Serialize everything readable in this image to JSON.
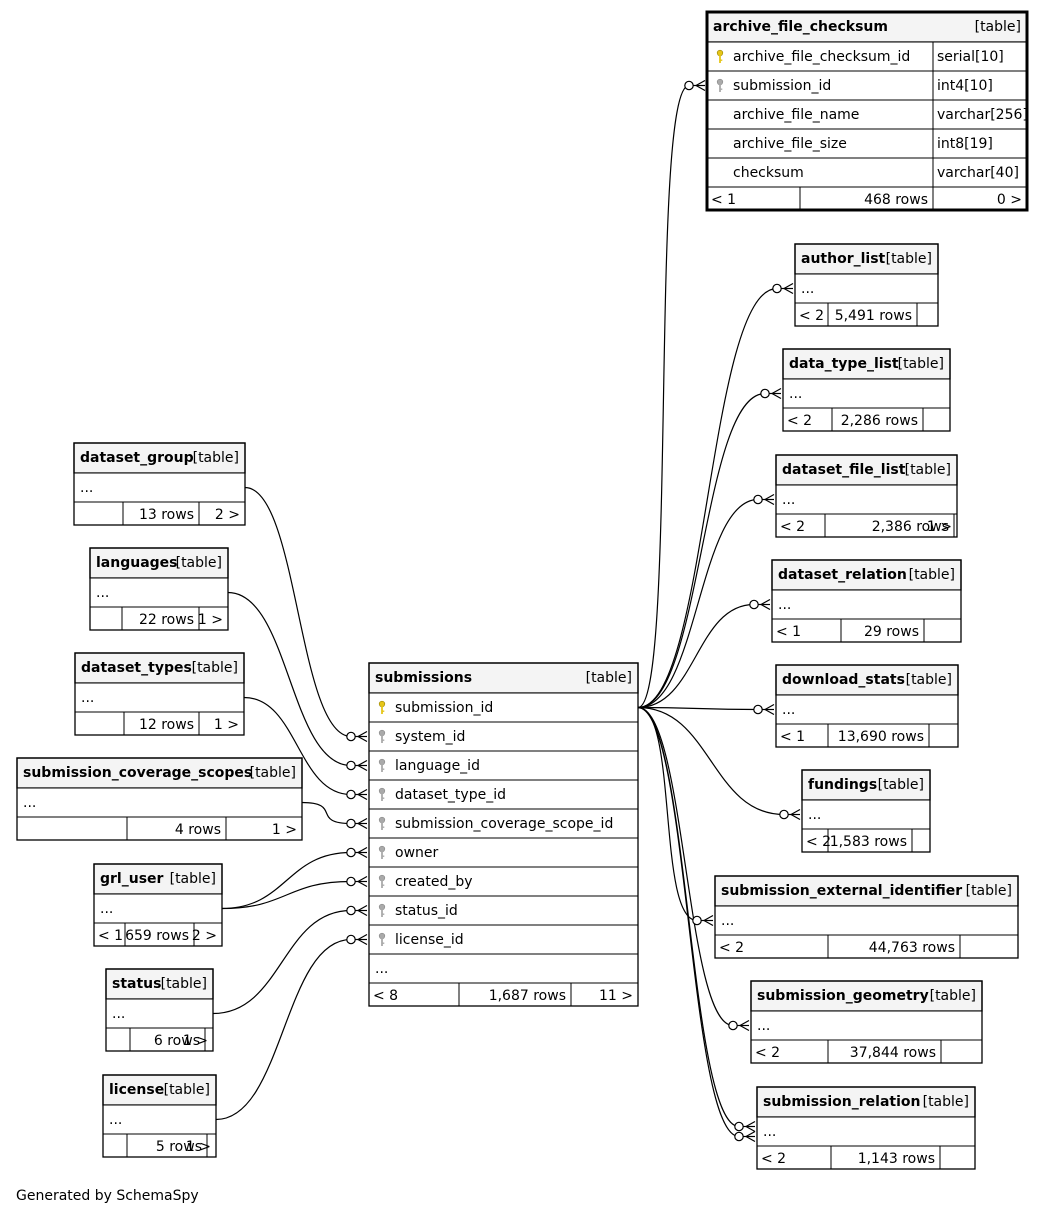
{
  "footer": "Generated by SchemaSpy",
  "tables": [
    {
      "id": "archive_file_checksum",
      "name": "archive_file_checksum",
      "tag": "[table]",
      "highlight": true,
      "columns": [
        {
          "name": "archive_file_checksum_id",
          "type": "serial[10]",
          "key": "pk"
        },
        {
          "name": "submission_id",
          "type": "int4[10]",
          "key": "fk"
        },
        {
          "name": "archive_file_name",
          "type": "varchar[256]",
          "key": ""
        },
        {
          "name": "archive_file_size",
          "type": "int8[19]",
          "key": ""
        },
        {
          "name": "checksum",
          "type": "varchar[40]",
          "key": ""
        }
      ],
      "footer": {
        "parents": "< 1",
        "rows": "468 rows",
        "children": "0 >"
      }
    },
    {
      "id": "author_list",
      "name": "author_list",
      "tag": "[table]",
      "columns": [
        {
          "name": "...",
          "key": ""
        }
      ],
      "footer": {
        "parents": "< 2",
        "rows": "5,491 rows",
        "children": ""
      }
    },
    {
      "id": "data_type_list",
      "name": "data_type_list",
      "tag": "[table]",
      "columns": [
        {
          "name": "...",
          "key": ""
        }
      ],
      "footer": {
        "parents": "< 2",
        "rows": "2,286 rows",
        "children": ""
      }
    },
    {
      "id": "dataset_file_list",
      "name": "dataset_file_list",
      "tag": "[table]",
      "columns": [
        {
          "name": "...",
          "key": ""
        }
      ],
      "footer": {
        "parents": "< 2",
        "rows": "2,386 rows",
        "children": "1 >"
      }
    },
    {
      "id": "dataset_relation",
      "name": "dataset_relation",
      "tag": "[table]",
      "columns": [
        {
          "name": "...",
          "key": ""
        }
      ],
      "footer": {
        "parents": "< 1",
        "rows": "29 rows",
        "children": ""
      }
    },
    {
      "id": "download_stats",
      "name": "download_stats",
      "tag": "[table]",
      "columns": [
        {
          "name": "...",
          "key": ""
        }
      ],
      "footer": {
        "parents": "< 1",
        "rows": "13,690 rows",
        "children": ""
      }
    },
    {
      "id": "fundings",
      "name": "fundings",
      "tag": "[table]",
      "columns": [
        {
          "name": "...",
          "key": ""
        }
      ],
      "footer": {
        "parents": "< 2",
        "rows": "1,583 rows",
        "children": ""
      }
    },
    {
      "id": "submission_external_identifier",
      "name": "submission_external_identifier",
      "tag": "[table]",
      "columns": [
        {
          "name": "...",
          "key": ""
        }
      ],
      "footer": {
        "parents": "< 2",
        "rows": "44,763 rows",
        "children": ""
      }
    },
    {
      "id": "submission_geometry",
      "name": "submission_geometry",
      "tag": "[table]",
      "columns": [
        {
          "name": "...",
          "key": ""
        }
      ],
      "footer": {
        "parents": "< 2",
        "rows": "37,844 rows",
        "children": ""
      }
    },
    {
      "id": "submission_relation",
      "name": "submission_relation",
      "tag": "[table]",
      "columns": [
        {
          "name": "...",
          "key": ""
        }
      ],
      "footer": {
        "parents": "< 2",
        "rows": "1,143 rows",
        "children": ""
      }
    },
    {
      "id": "dataset_group",
      "name": "dataset_group",
      "tag": "[table]",
      "columns": [
        {
          "name": "...",
          "key": ""
        }
      ],
      "footer": {
        "parents": "",
        "rows": "13 rows",
        "children": "2 >"
      }
    },
    {
      "id": "languages",
      "name": "languages",
      "tag": "[table]",
      "columns": [
        {
          "name": "...",
          "key": ""
        }
      ],
      "footer": {
        "parents": "",
        "rows": "22 rows",
        "children": "1 >"
      }
    },
    {
      "id": "dataset_types",
      "name": "dataset_types",
      "tag": "[table]",
      "columns": [
        {
          "name": "...",
          "key": ""
        }
      ],
      "footer": {
        "parents": "",
        "rows": "12 rows",
        "children": "1 >"
      }
    },
    {
      "id": "submission_coverage_scopes",
      "name": "submission_coverage_scopes",
      "tag": "[table]",
      "columns": [
        {
          "name": "...",
          "key": ""
        }
      ],
      "footer": {
        "parents": "",
        "rows": "4 rows",
        "children": "1 >"
      }
    },
    {
      "id": "grl_user",
      "name": "grl_user",
      "tag": "[table]",
      "columns": [
        {
          "name": "...",
          "key": ""
        }
      ],
      "footer": {
        "parents": "< 1",
        "rows": "659 rows",
        "children": "2 >"
      }
    },
    {
      "id": "status",
      "name": "status",
      "tag": "[table]",
      "columns": [
        {
          "name": "...",
          "key": ""
        }
      ],
      "footer": {
        "parents": "",
        "rows": "6 rows",
        "children": "1 >"
      }
    },
    {
      "id": "license",
      "name": "license",
      "tag": "[table]",
      "columns": [
        {
          "name": "...",
          "key": ""
        }
      ],
      "footer": {
        "parents": "",
        "rows": "5 rows",
        "children": "1 >"
      }
    },
    {
      "id": "submissions",
      "name": "submissions",
      "tag": "[table]",
      "columns": [
        {
          "name": "submission_id",
          "key": "pk"
        },
        {
          "name": "system_id",
          "key": "fk"
        },
        {
          "name": "language_id",
          "key": "fk"
        },
        {
          "name": "dataset_type_id",
          "key": "fk"
        },
        {
          "name": "submission_coverage_scope_id",
          "key": "fk"
        },
        {
          "name": "owner",
          "key": "fk"
        },
        {
          "name": "created_by",
          "key": "fk"
        },
        {
          "name": "status_id",
          "key": "fk"
        },
        {
          "name": "license_id",
          "key": "fk"
        },
        {
          "name": "...",
          "key": ""
        }
      ],
      "footer": {
        "parents": "< 8",
        "rows": "1,687 rows",
        "children": "11 >"
      }
    }
  ],
  "relationships": [
    {
      "from": "dataset_group",
      "to": "submissions",
      "to_column": "system_id"
    },
    {
      "from": "languages",
      "to": "submissions",
      "to_column": "language_id"
    },
    {
      "from": "dataset_types",
      "to": "submissions",
      "to_column": "dataset_type_id"
    },
    {
      "from": "submission_coverage_scopes",
      "to": "submissions",
      "to_column": "submission_coverage_scope_id"
    },
    {
      "from": "grl_user",
      "to": "submissions",
      "to_column": "owner"
    },
    {
      "from": "grl_user",
      "to": "submissions",
      "to_column": "created_by"
    },
    {
      "from": "status",
      "to": "submissions",
      "to_column": "status_id"
    },
    {
      "from": "license",
      "to": "submissions",
      "to_column": "license_id"
    },
    {
      "from": "submissions",
      "to": "archive_file_checksum",
      "to_column": "submission_id"
    },
    {
      "from": "submissions",
      "to": "author_list"
    },
    {
      "from": "submissions",
      "to": "data_type_list"
    },
    {
      "from": "submissions",
      "to": "dataset_file_list"
    },
    {
      "from": "submissions",
      "to": "dataset_relation"
    },
    {
      "from": "submissions",
      "to": "download_stats"
    },
    {
      "from": "submissions",
      "to": "fundings"
    },
    {
      "from": "submissions",
      "to": "submission_external_identifier"
    },
    {
      "from": "submissions",
      "to": "submission_geometry"
    },
    {
      "from": "submissions",
      "to": "submission_relation"
    },
    {
      "from": "submissions",
      "to": "submission_relation"
    }
  ]
}
